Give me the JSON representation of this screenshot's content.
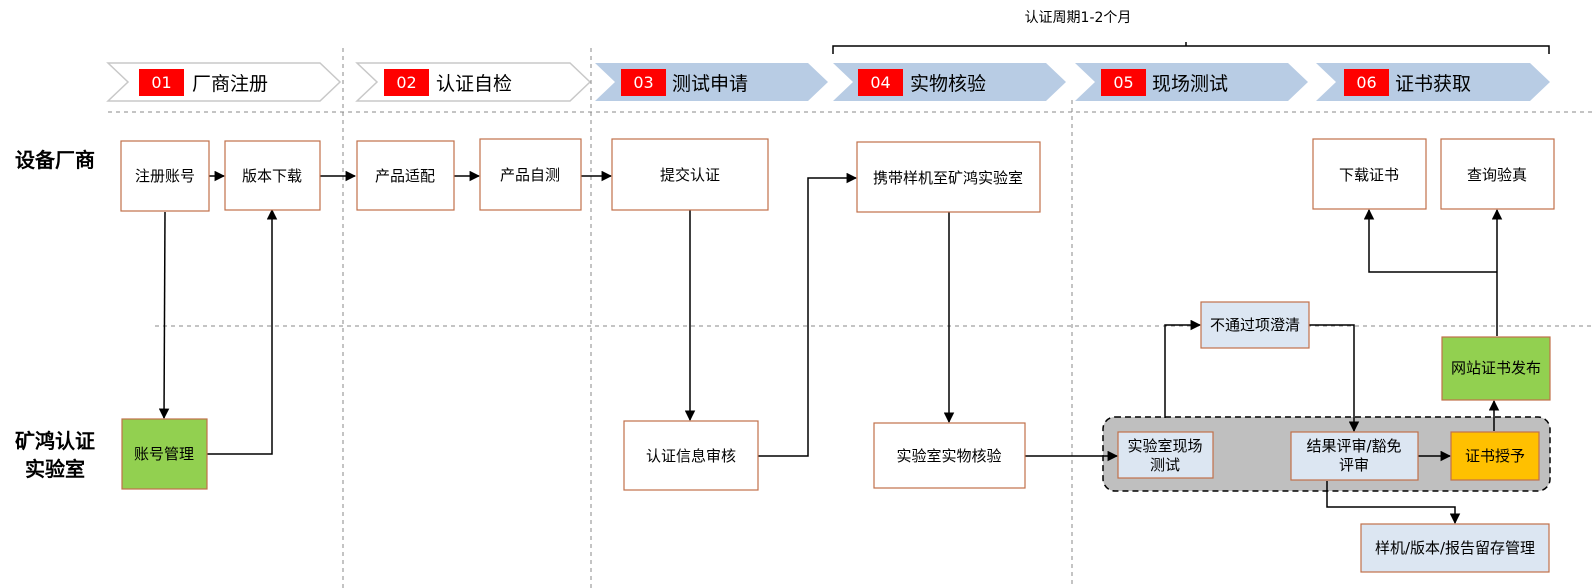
{
  "period_label": "认证周期1-2个月",
  "phases": [
    {
      "num": "01",
      "label": "厂商注册"
    },
    {
      "num": "02",
      "label": "认证自检"
    },
    {
      "num": "03",
      "label": "测试申请"
    },
    {
      "num": "04",
      "label": "实物核验"
    },
    {
      "num": "05",
      "label": "现场测试"
    },
    {
      "num": "06",
      "label": "证书获取"
    }
  ],
  "lanes": {
    "vendor": "设备厂商",
    "lab_line1": "矿鸿认证",
    "lab_line2": "实验室"
  },
  "nodes": {
    "register_account": "注册账号",
    "download_version": "版本下载",
    "account_management": "账号管理",
    "product_adaptation": "产品适配",
    "product_selftest": "产品自测",
    "submit_certification": "提交认证",
    "info_review": "认证信息审核",
    "bring_samples": "携带样机至矿鸿实验室",
    "lab_physical_check": "实验室实物核验",
    "lab_onsite_test_line1": "实验室现场",
    "lab_onsite_test_line2": "测试",
    "failed_item_clarify": "不通过项澄清",
    "result_review_line1": "结果评审/豁免",
    "result_review_line2": "评审",
    "cert_grant": "证书授予",
    "web_cert_publish": "网站证书发布",
    "download_cert": "下载证书",
    "verify_cert": "查询验真",
    "sample_archive": "样机/版本/报告留存管理"
  },
  "colors": {
    "phase_white_fill": "#ffffff",
    "phase_blue_fill": "#b8cce4",
    "badge_red": "#ff0000",
    "box_border": "#c0704a",
    "green_fill": "#92d050",
    "yellow_fill": "#ffc000",
    "light_blue_fill": "#dce6f2",
    "gray_group": "#bfbfbf"
  }
}
